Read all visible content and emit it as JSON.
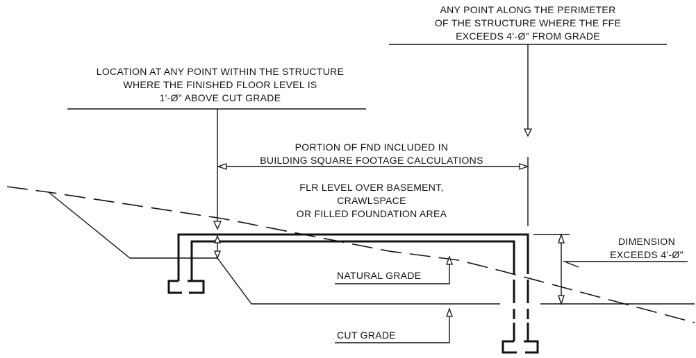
{
  "diagram": {
    "type": "building foundation section",
    "callouts": {
      "perimeter_note": [
        "ANY POINT ALONG THE PERIMETER",
        "OF THE STRUCTURE WHERE THE FFE",
        "EXCEEDS 4'-Ø\" FROM GRADE"
      ],
      "location_note": [
        "LOCATION AT ANY POINT WITHIN THE STRUCTURE",
        "WHERE THE FINISHED FLOOR LEVEL IS",
        "1'-Ø\" ABOVE CUT GRADE"
      ],
      "portion_note": [
        "PORTION OF FND INCLUDED IN",
        "BUILDING SQUARE FOOTAGE CALCULATIONS"
      ],
      "floor_note": [
        "FLR LEVEL OVER BASEMENT,",
        "CRAWLSPACE",
        "OR FILLED FOUNDATION AREA"
      ],
      "dimension_note": [
        "DIMENSION",
        "EXCEEDS 4'-Ø\""
      ],
      "natural_grade": "NATURAL GRADE",
      "cut_grade": "CUT GRADE"
    }
  }
}
